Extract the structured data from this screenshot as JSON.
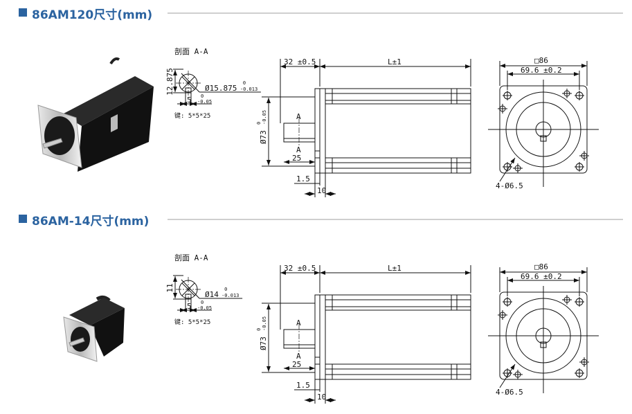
{
  "colors": {
    "accent": "#2b63a0",
    "rule": "#cfcfcf",
    "line": "#111111"
  },
  "sections": [
    {
      "title": "86AM120尺寸(mm)",
      "photo": "motor-long-photo",
      "section_view": {
        "label": "剖面 A-A",
        "height_dim": "12.875",
        "shaft_dia": "Ø15.875",
        "shaft_tol_upper": "0",
        "shaft_tol_lower": "-0.013",
        "key_width": "5",
        "key_tol_upper": "0",
        "key_tol_lower": "-0.05",
        "key_note": "键: 5*5*25"
      },
      "side_view": {
        "shaft_len": "32 ±0.5",
        "body_len": "L±1",
        "pilot_dia": "Ø73",
        "pilot_tol_upper": "0",
        "pilot_tol_lower": "-0.05",
        "section_mark": "A",
        "key_len": "25",
        "pilot_depth": "1.5",
        "flange_thk": "10"
      },
      "front_view": {
        "square": "□86",
        "hole_pitch": "69.6 ±0.2",
        "holes": "4-Ø6.5"
      }
    },
    {
      "title": "86AM-14尺寸(mm)",
      "photo": "motor-short-photo",
      "section_view": {
        "label": "剖面 A-A",
        "height_dim": "11",
        "shaft_dia": "Ø14",
        "shaft_tol_upper": "0",
        "shaft_tol_lower": "-0.013",
        "key_width": "5",
        "key_tol_upper": "0",
        "key_tol_lower": "-0.05",
        "key_note": "键: 5*5*25"
      },
      "side_view": {
        "shaft_len": "32 ±0.5",
        "body_len": "L±1",
        "pilot_dia": "Ø73",
        "pilot_tol_upper": "0",
        "pilot_tol_lower": "-0.05",
        "section_mark": "A",
        "key_len": "25",
        "pilot_depth": "1.5",
        "flange_thk": "10"
      },
      "front_view": {
        "square": "□86",
        "hole_pitch": "69.6 ±0.2",
        "holes": "4-Ø6.5"
      }
    }
  ]
}
